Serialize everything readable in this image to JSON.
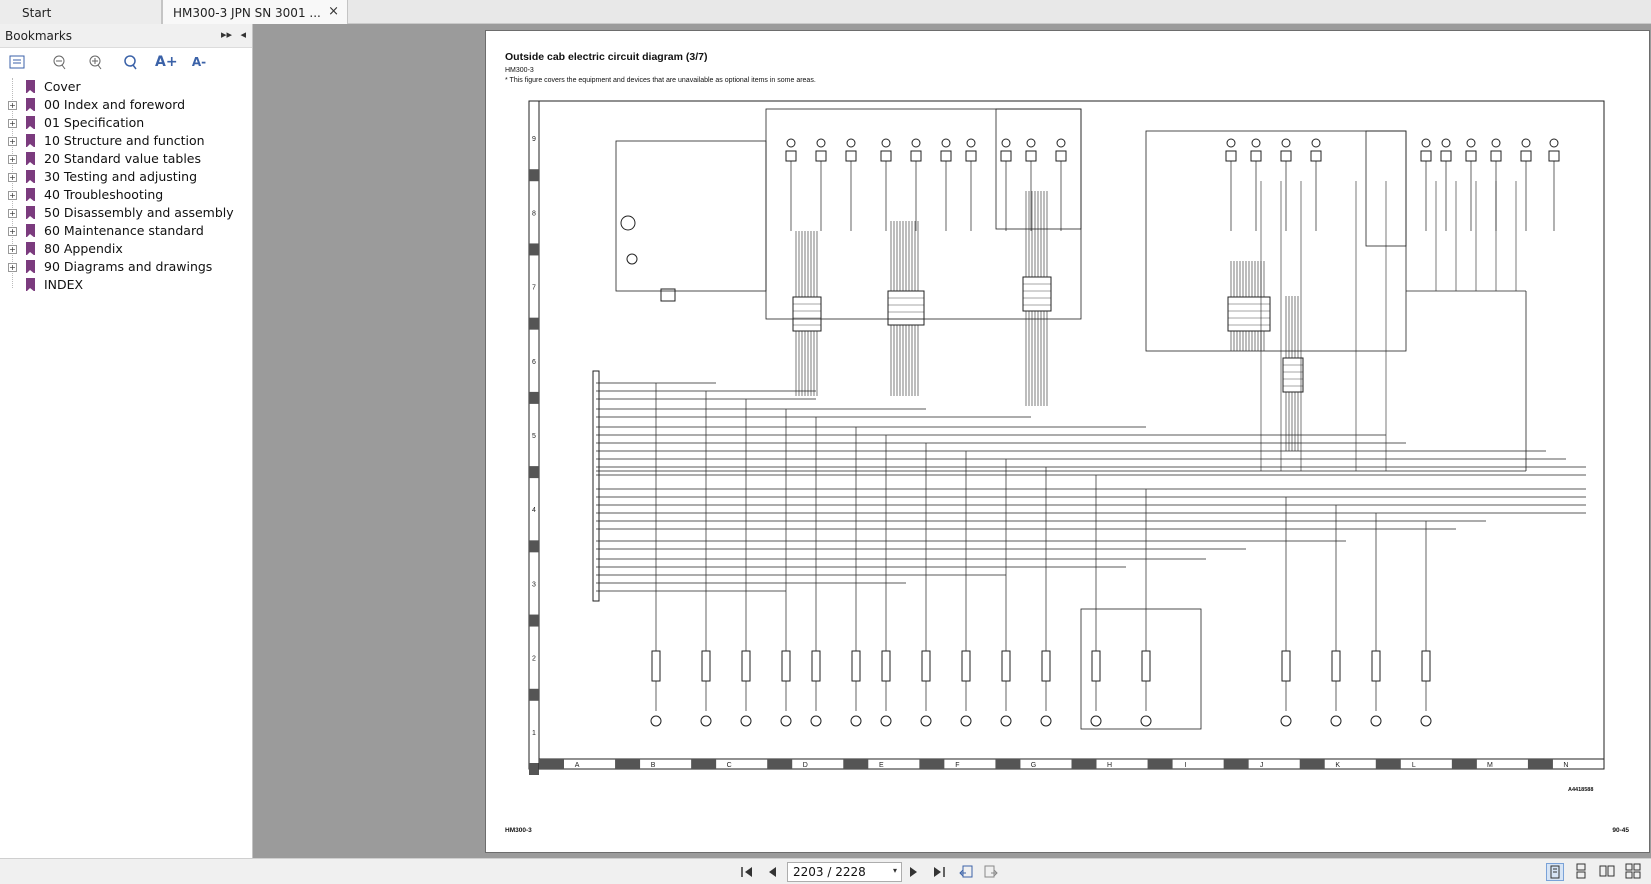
{
  "tabs": [
    {
      "label": "Start"
    },
    {
      "label": "HM300-3 JPN SN 3001 ...",
      "close": "×"
    }
  ],
  "sidebar": {
    "title": "Bookmarks",
    "pin_glyph": "▸▸",
    "collapse_glyph": "◂",
    "tool_icons": [
      "list-icon",
      "bookmark-remove-icon",
      "bookmark-add-icon",
      "bookmark-search-icon",
      "font-increase-icon",
      "font-decrease-icon"
    ],
    "font_up": "A+",
    "font_down": "A-",
    "items": [
      {
        "label": "Cover",
        "expandable": false
      },
      {
        "label": "00 Index and foreword",
        "expandable": true
      },
      {
        "label": "01 Specification",
        "expandable": true
      },
      {
        "label": "10 Structure and function",
        "expandable": true
      },
      {
        "label": "20 Standard value tables",
        "expandable": true
      },
      {
        "label": "30 Testing and adjusting",
        "expandable": true
      },
      {
        "label": "40 Troubleshooting",
        "expandable": true
      },
      {
        "label": "50 Disassembly and assembly",
        "expandable": true
      },
      {
        "label": "60 Maintenance standard",
        "expandable": true
      },
      {
        "label": "80 Appendix",
        "expandable": true
      },
      {
        "label": "90 Diagrams and drawings",
        "expandable": true
      },
      {
        "label": "INDEX",
        "expandable": false
      }
    ]
  },
  "document": {
    "title": "Outside cab electric circuit diagram (3/7)",
    "model": "HM300-3",
    "note": "* This figure covers the equipment and devices that are unavailable as optional items in some areas.",
    "footer_left": "HM300-3",
    "footer_right": "90-45",
    "drawing_no": "A4418588",
    "row_labels": [
      "9",
      "8",
      "7",
      "6",
      "5",
      "4",
      "3",
      "2",
      "1"
    ],
    "col_labels": [
      "A",
      "B",
      "C",
      "D",
      "E",
      "F",
      "G",
      "H",
      "I",
      "J",
      "K",
      "L",
      "M",
      "N"
    ]
  },
  "navigation": {
    "page_indicator": "2203 / 2228",
    "dropdown_glyph": "▾"
  },
  "colors": {
    "viewer_bg": "#9b9b9b",
    "bookmark": "#7b3b7e",
    "accent": "#3b62a8"
  }
}
